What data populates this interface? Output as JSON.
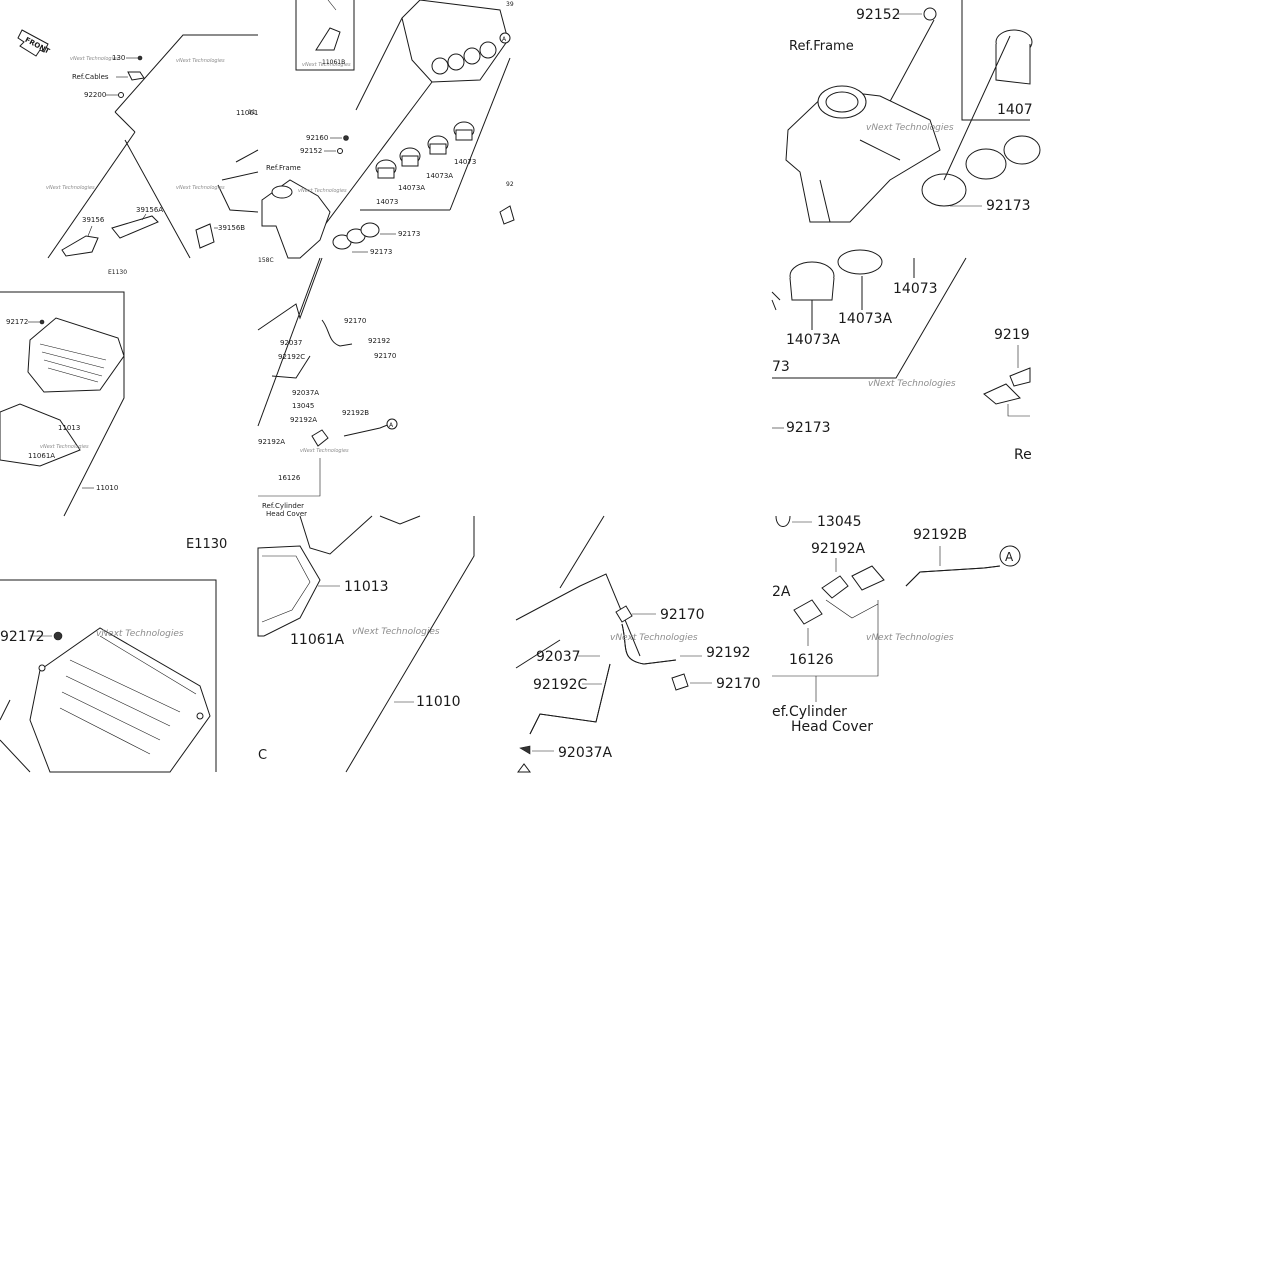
{
  "colors": {
    "line": "#1a1a1a",
    "watermark": "#8c8c8c",
    "background": "#ffffff"
  },
  "icons": [
    "front-arrow-icon",
    "ref-a-circle-icon"
  ],
  "small_overview": {
    "front_badge": "FRONT",
    "code": "E1130",
    "labels": {
      "p130": "130",
      "ref_cables": "Ref.Cables",
      "p92200": "92200",
      "p11061": "11061",
      "p39156": "39156",
      "p39156A": "39156A",
      "p39156B": "39156B",
      "p11061B": "11061B",
      "p92160": "92160",
      "p92152": "92152",
      "ref_frame": "Ref.Frame",
      "p14073_a": "14073",
      "p14073A_a": "14073A",
      "p14073A_b": "14073A",
      "p14073_b": "14073",
      "p92173_a": "92173",
      "p92173_b": "92173",
      "p92_cut": "92",
      "p39_cut": "39",
      "circle_a": "A",
      "p158c": "158C",
      "p11_cut": "11"
    },
    "watermark": "vNext Technologies"
  },
  "small_cover": {
    "labels": {
      "p92172": "92172",
      "p11013": "11013",
      "p11061A": "11061A",
      "p11010": "11010"
    },
    "watermark": "vNext Technologies"
  },
  "small_hoses": {
    "labels": {
      "p92170_a": "92170",
      "p92037": "92037",
      "p92192": "92192",
      "p92192C": "92192C",
      "p92170_b": "92170",
      "p92037A": "92037A",
      "p13045": "13045",
      "p92192A": "92192A",
      "p92192B": "92192B",
      "circle_a": "A",
      "p92192A_cut": "92192A",
      "p16126": "16126",
      "ref_line1": "Ref.Cylinder",
      "ref_line2": "Head Cover"
    },
    "watermark": "vNext Technologies"
  },
  "zoom_frame": {
    "labels": {
      "p92152": "92152",
      "ref_frame": "Ref.Frame",
      "p1407_cut": "1407",
      "p92173": "92173"
    },
    "watermark": "vNext Technologies"
  },
  "zoom_ducts": {
    "labels": {
      "p14073": "14073",
      "p14073A_a": "14073A",
      "p14073A_b": "14073A",
      "p73_cut": "73",
      "p92173": "92173",
      "p9219_cut": "9219",
      "re_cut": "Re"
    },
    "watermark": "vNext Technologies"
  },
  "code_large": "E1130",
  "zoom_cover": {
    "labels": {
      "p92172": "92172"
    },
    "watermark": "vNext Technologies"
  },
  "zoom_gasket": {
    "labels": {
      "p11013": "11013",
      "p11061A": "11061A",
      "p11010": "11010",
      "c_cut": "C"
    },
    "watermark": "vNext Technologies"
  },
  "zoom_hoses": {
    "labels": {
      "p92170_a": "92170",
      "p92192": "92192",
      "p92037": "92037",
      "p92192C": "92192C",
      "p92170_b": "92170",
      "p92037A": "92037A"
    },
    "watermark": "vNext Technologies"
  },
  "zoom_valve": {
    "labels": {
      "p13045": "13045",
      "p92192A": "92192A",
      "p92192B": "92192B",
      "circle_a": "A",
      "p2A_cut": "2A",
      "p16126": "16126",
      "ref_line1": "ef.Cylinder",
      "ref_line2": "Head Cover"
    },
    "watermark": "vNext Technologies"
  }
}
